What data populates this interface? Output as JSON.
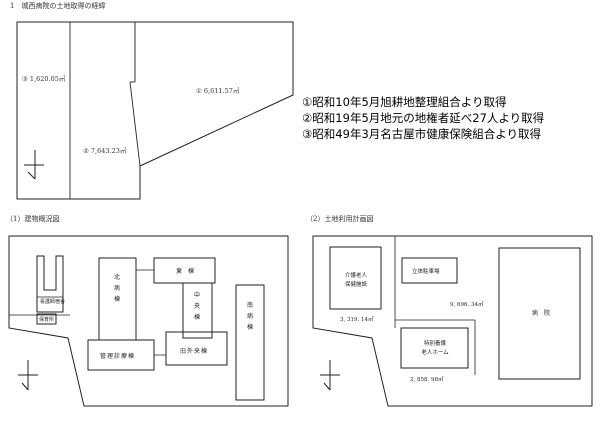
{
  "section1": {
    "title": "1　城西病院の土地取得の経緯",
    "area_3": "③ 1,620.05㎡",
    "area_1": "① 6,611.57㎡",
    "area_2": "② 7,643.23㎡"
  },
  "acquisition_legend": [
    "①昭和10年5月旭耕地整理組合より取得",
    "②昭和19年5月地元の地権者延べ27人より取得",
    "③昭和49年3月名古屋市健康保険組合より取得"
  ],
  "section_building": {
    "title": "（1）建物概況図",
    "east_wing": "東　棟",
    "north_wing": "北病棟",
    "central_wing": "中央棟",
    "south_wing": "南病棟",
    "nurse_dorm": "看護師宿舎",
    "nursery": "保育所",
    "admin_clinic": "管理診療棟",
    "outpatient": "旧外来棟"
  },
  "section_landuse": {
    "title": "（2）土地利用計画図",
    "care_facility": "介護老人保健施設",
    "care_facility_l1": "介護老人",
    "care_facility_l2": "保健施設",
    "care_area": "3, 319. 14㎡",
    "parking": "立体駐車場",
    "main_area": "9, 696. 34㎡",
    "hospital": "病　院",
    "nursing_home_l1": "特別養護",
    "nursing_home_l2": "老人ホーム",
    "nursing_area": "2, 858. 98㎡"
  }
}
